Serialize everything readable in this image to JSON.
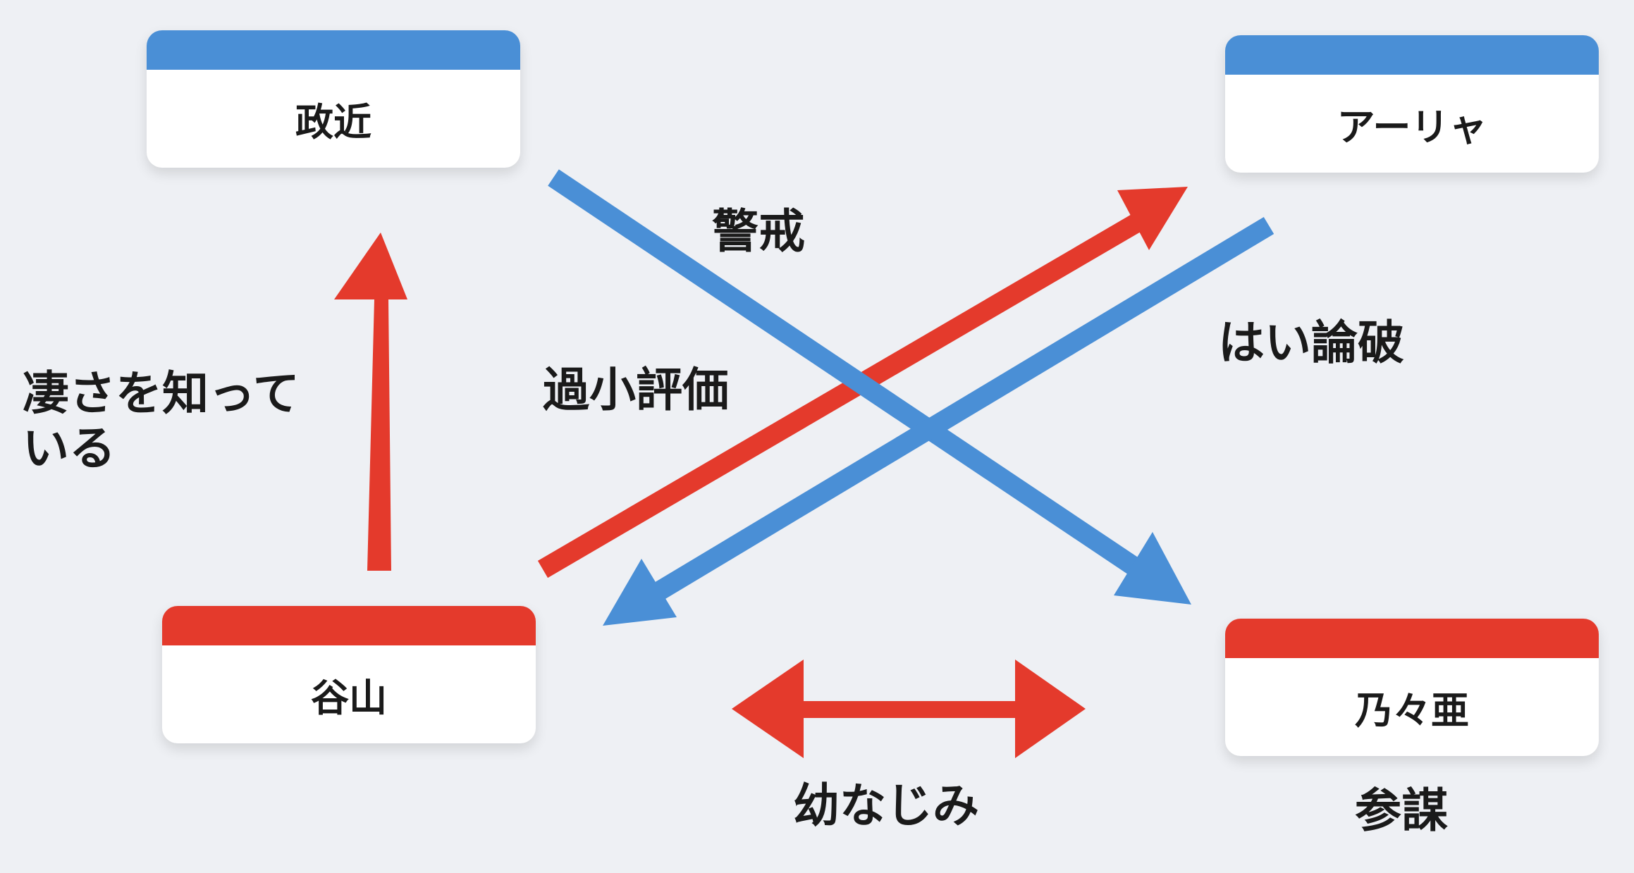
{
  "colors": {
    "blue": "#4a8fd6",
    "red": "#e43a2c",
    "background": "#eef0f4"
  },
  "nodes": {
    "masachika": {
      "name": "政近",
      "color": "blue"
    },
    "alya": {
      "name": "アーリャ",
      "color": "blue"
    },
    "taniyama": {
      "name": "谷山",
      "color": "red"
    },
    "noa": {
      "name": "乃々亜",
      "color": "red",
      "role": "参謀"
    }
  },
  "edges": [
    {
      "from": "masachika",
      "to": "noa",
      "color": "blue",
      "label": "警戒"
    },
    {
      "from": "alya",
      "to": "taniyama",
      "color": "blue",
      "label": "はい論破"
    },
    {
      "from": "taniyama",
      "to": "masachika",
      "color": "red",
      "label": "凄さを知っている"
    },
    {
      "from": "taniyama",
      "to": "alya",
      "color": "red",
      "label": "過小評価"
    },
    {
      "from": "taniyama",
      "to": "noa",
      "color": "red",
      "label": "幼なじみ",
      "bidirectional": true
    }
  ],
  "labels": {
    "keikai": "警戒",
    "hai_ronpa": "はい論破",
    "shitte_line1": "凄さを知って",
    "shitte_line2": "いる",
    "kasho": "過小評価",
    "osananajimi": "幼なじみ",
    "sanbo": "参謀"
  }
}
